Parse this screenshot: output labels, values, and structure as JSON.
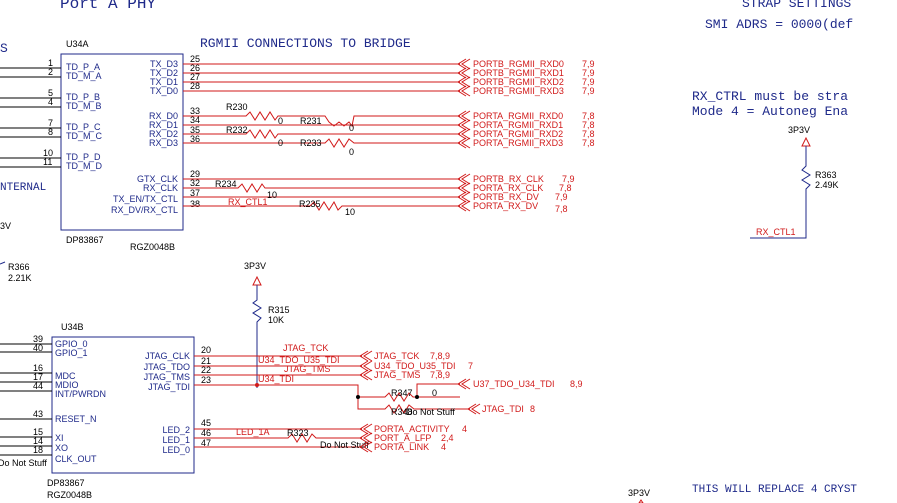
{
  "notes": {
    "top_title": "Port A PHY",
    "rgmii_title": "RGMII CONNECTIONS TO BRIDGE",
    "strap_title": "STRAP SETTINGS",
    "smi_adrs": "SMI ADRS = 0000(def",
    "rx_ctrl_1": "RX_CTRL must be stra",
    "rx_ctrl_2": "Mode 4 = Autoneg Ena",
    "replace_note": "THIS WILL REPLACE 4 CRYST",
    "left_s": "S",
    "left_internal": "NTERNAL",
    "left_3v": "3V"
  },
  "u34a": {
    "ref": "U34A",
    "part": "DP83867",
    "pkg": "RGZ0048B",
    "left_pins": [
      {
        "num": "1",
        "name": "TD_P_A"
      },
      {
        "num": "2",
        "name": "TD_M_A"
      },
      {
        "num": "5",
        "name": "TD_P_B"
      },
      {
        "num": "4",
        "name": "TD_M_B"
      },
      {
        "num": "7",
        "name": "TD_P_C"
      },
      {
        "num": "8",
        "name": "TD_M_C"
      },
      {
        "num": "10",
        "name": "TD_P_D"
      },
      {
        "num": "11",
        "name": "TD_M_D"
      }
    ],
    "right_pins": [
      {
        "num": "25",
        "name": "TX_D3"
      },
      {
        "num": "26",
        "name": "TX_D2"
      },
      {
        "num": "27",
        "name": "TX_D1"
      },
      {
        "num": "28",
        "name": "TX_D0"
      },
      {
        "num": "33",
        "name": "RX_D0"
      },
      {
        "num": "34",
        "name": "RX_D1"
      },
      {
        "num": "35",
        "name": "RX_D2"
      },
      {
        "num": "36",
        "name": "RX_D3"
      },
      {
        "num": "29",
        "name": "GTX_CLK"
      },
      {
        "num": "32",
        "name": "RX_CLK"
      },
      {
        "num": "37",
        "name": "TX_EN/TX_CTL"
      },
      {
        "num": "38",
        "name": "RX_DV/RX_CTL"
      }
    ]
  },
  "rgmii_nets": [
    {
      "name": "PORTB_RGMII_RXD0",
      "pages": "7,9"
    },
    {
      "name": "PORTB_RGMII_RXD1",
      "pages": "7,9"
    },
    {
      "name": "PORTB_RGMII_RXD2",
      "pages": "7,9"
    },
    {
      "name": "PORTB_RGMII_RXD3",
      "pages": "7,9"
    },
    {
      "name": "PORTA_RGMII_RXD0",
      "pages": "7,8"
    },
    {
      "name": "PORTA_RGMII_RXD1",
      "pages": "7,8"
    },
    {
      "name": "PORTA_RGMII_RXD2",
      "pages": "7,8"
    },
    {
      "name": "PORTA_RGMII_RXD3",
      "pages": "7,8"
    },
    {
      "name": "PORTB_RX_CLK",
      "pages": "7,9"
    },
    {
      "name": "PORTA_RX_CLK",
      "pages": "7,8"
    },
    {
      "name": "PORTB_RX_DV",
      "pages": "7,9"
    },
    {
      "name": "PORTA_RX_DV",
      "pages": "7,8"
    }
  ],
  "resistors": {
    "r230": "R230",
    "r231": "R231",
    "r232": "R232",
    "r233": "R233",
    "r234": "R234",
    "r235": "R235",
    "r_zero": "0",
    "r_ten": "10",
    "r366": "R366",
    "r366_val": "2.21K",
    "r315": "R315",
    "r315_val": "10K",
    "r363": "R363",
    "r363_val": "2.49K",
    "r347": "R347",
    "r347_val": "0",
    "r348": "R348",
    "r348_val": "Do Not Stuff",
    "r323": "R323",
    "r323_val": "Do Not Stuff",
    "dns_left": "Do Not Stuff"
  },
  "power": {
    "p3v3": "3P3V"
  },
  "net_labels": {
    "rx_ctl1": "RX_CTL1",
    "rx_ctl1_red": "RX_CTL1",
    "jtag_tck": "JTAG_TCK",
    "u34_tdo_u35_tdi": "U34_TDO_U35_TDI",
    "jtag_tms": "JTAG_TMS",
    "u34_tdi": "U34_TDI",
    "led_1a": "LED_1A"
  },
  "jtag_nets": [
    {
      "name": "JTAG_TCK",
      "pages": "7,8,9"
    },
    {
      "name": "U34_TDO_U35_TDI",
      "pages": "7"
    },
    {
      "name": "JTAG_TMS",
      "pages": "7,8,9"
    }
  ],
  "u37": {
    "name": "U37_TDO_U34_TDI",
    "pages": "8,9"
  },
  "jtag_tdi2": {
    "name": "JTAG_TDI",
    "pages": "8"
  },
  "led_nets": [
    {
      "name": "PORTA_ACTIVITY",
      "pages": "4"
    },
    {
      "name": "PORT_A_LFP",
      "pages": "2,4"
    },
    {
      "name": "PORTA_LINK",
      "pages": "4"
    }
  ],
  "u34b": {
    "ref": "U34B",
    "part": "DP83867",
    "pkg": "RGZ0048B",
    "left_pins": [
      {
        "num": "39",
        "name": "GPIO_0"
      },
      {
        "num": "40",
        "name": "GPIO_1"
      },
      {
        "num": "16",
        "name": "MDC"
      },
      {
        "num": "17",
        "name": "MDIO"
      },
      {
        "num": "44",
        "name": "INT/PWRDN"
      },
      {
        "num": "43",
        "name": "RESET_N"
      },
      {
        "num": "15",
        "name": "XI"
      },
      {
        "num": "14",
        "name": "XO"
      },
      {
        "num": "18",
        "name": "CLK_OUT"
      }
    ],
    "right_pins": [
      {
        "num": "20",
        "name": "JTAG_CLK"
      },
      {
        "num": "21",
        "name": "JTAG_TDO"
      },
      {
        "num": "22",
        "name": "JTAG_TMS"
      },
      {
        "num": "23",
        "name": "JTAG_TDI"
      },
      {
        "num": "45",
        "name": "LED_2"
      },
      {
        "num": "46",
        "name": "LED_1"
      },
      {
        "num": "47",
        "name": "LED_0"
      }
    ]
  }
}
